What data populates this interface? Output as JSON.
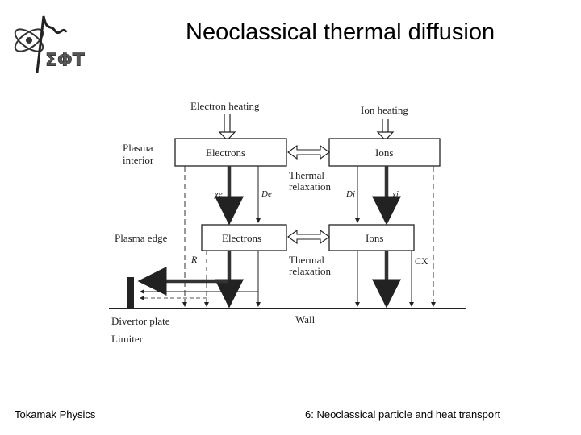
{
  "slide": {
    "title": "Neoclassical thermal diffusion",
    "footer_left": "Tokamak Physics",
    "footer_right": "6: Neoclassical particle and heat transport"
  },
  "logo": {
    "text": "ΣΦΤ"
  },
  "diagram": {
    "electron_heating": "Electron heating",
    "ion_heating": "Ion heating",
    "plasma_interior_line1": "Plasma",
    "plasma_interior_line2": "interior",
    "plasma_edge": "Plasma edge",
    "electrons_interior": "Electrons",
    "ions_interior": "Ions",
    "electrons_edge": "Electrons",
    "ions_edge": "Ions",
    "thermal_relaxation_1_line1": "Thermal",
    "thermal_relaxation_1_line2": "relaxation",
    "thermal_relaxation_2_line1": "Thermal",
    "thermal_relaxation_2_line2": "relaxation",
    "chi_e": "χe",
    "d_e": "De",
    "d_i": "Di",
    "chi_i": "χi",
    "r_label": "R",
    "cx_label": "CX",
    "divertor_plate": "Divertor plate",
    "limiter": "Limiter",
    "wall": "Wall"
  }
}
